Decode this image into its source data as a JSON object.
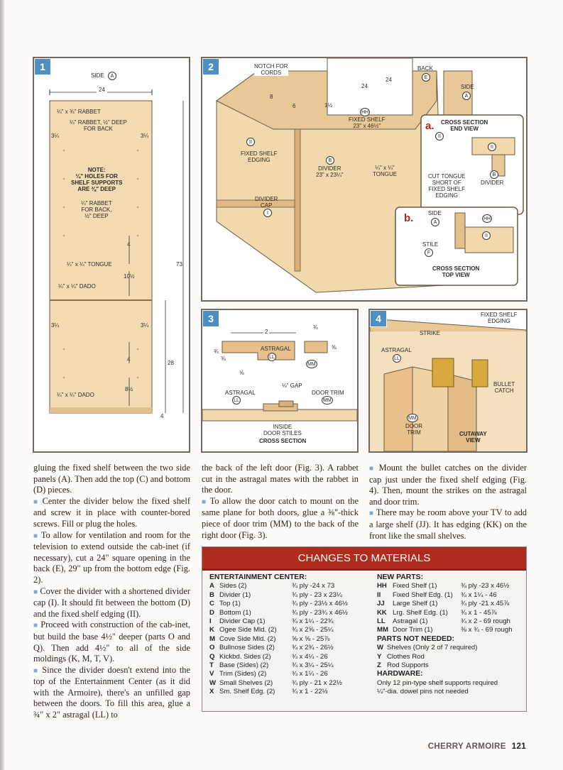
{
  "figures": {
    "f1": {
      "number": "1",
      "side": "SIDE",
      "side_code": "A",
      "dim_24": "24",
      "rabbet": "¼\" x ¾\" RABBET",
      "rabbet_back": "¼\" RABBET, ½\" DEEP\nFOR BACK",
      "dim_3q_a": "3¼",
      "dim_3q_b": "3¼",
      "note": "NOTE:\n¼\" HOLES FOR\nSHELF SUPPORTS\nARE ⅜\" DEEP",
      "rabbet_back2": "¼\" RABBET\nFOR BACK,\n½\" DEEP",
      "dim_4a": "4",
      "tongue": "¼\" x ¼\" TONGUE",
      "dim_10h": "10½",
      "dado1": "¼\" x ¼\" DADO",
      "dim_73": "73",
      "dim_3q_c": "3¼",
      "dim_3q_d": "3¼",
      "dim_4b": "4",
      "dim_28": "28",
      "dim_8h": "8½",
      "dado2": "¼\" x ¼\" DADO",
      "dim_4c": "4"
    },
    "f2": {
      "number": "2",
      "notch": "NOTCH FOR\nCORDS",
      "dim_8": "8",
      "dim_6": "6",
      "dim_1h": "1½",
      "dim_24a": "24",
      "dim_24b": "24",
      "back": "BACK",
      "back_code": "E",
      "side": "SIDE",
      "side_code": "A",
      "hh": "HH",
      "fixed_shelf": "FIXED SHELF\n23\" x 46½\"",
      "ii": "II",
      "fixed_edging": "FIXED SHELF\nEDGING",
      "b_code": "B",
      "divider": "DIVIDER\n23\" x 23¼\"",
      "tongue": "¼\" x ¼\"\nTONGUE",
      "divider_cap": "DIVIDER\nCAP",
      "i_code": "I",
      "a_letter": "a.",
      "a_title": "CROSS SECTION\nEND VIEW",
      "a_ii": "II",
      "a_ii2": "II",
      "cut_tongue": "CUT TONGUE\nSHORT OF\nFIXED SHELF\nEDGING",
      "a_b": "B",
      "a_divider": "DIVIDER",
      "b_letter": "b.",
      "b_side": "SIDE",
      "b_side_code": "A",
      "b_hh": "HH",
      "b_ii": "II",
      "b_stile": "STILE",
      "b_stile_code": "F",
      "b_title": "CROSS SECTION\nTOP VIEW"
    },
    "f3": {
      "number": "3",
      "dim_2": "2",
      "dim_3q": "¾",
      "dim_3q2": "¾",
      "dim_3e": "⅜",
      "dim_3e2": "⅜",
      "dim_5e": "⅝",
      "astragal": "ASTRAGAL",
      "ll": "LL",
      "mm": "MM",
      "gap": "⅛\" GAP",
      "astragal2": "ASTRAGAL",
      "ll2": "LL",
      "door_trim": "DOOR TRIM",
      "mm2": "MM",
      "inside": "INSIDE\nDOOR STILES",
      "title": "CROSS SECTION"
    },
    "f4": {
      "number": "4",
      "fixed_edging": "FIXED SHELF\nEDGING",
      "strike": "STRIKE",
      "astragal": "ASTRAGAL",
      "ll": "LL",
      "bullet": "BULLET\nCATCH",
      "mm": "MM",
      "door_trim": "DOOR\nTRIM",
      "cutaway": "CUTAWAY\nVIEW"
    }
  },
  "article": {
    "col1": [
      {
        "bullet": false,
        "text": "gluing the fixed shelf between the two side panels (A). Then add the top (C) and bottom (D) pieces."
      },
      {
        "bullet": true,
        "text": "Center the divider below the fixed shelf and screw it in place with counter-bored screws. Fill or plug the holes."
      },
      {
        "bullet": true,
        "text": "To allow for ventilation and room for the television to extend outside the cab-inet (if necessary), cut a 24\" square opening in the back (E), 29\" up from the bottom edge (Fig. 2)."
      },
      {
        "bullet": true,
        "text": "Cover the divider with a shortened divider cap (I). It should fit between the bottom (D) and the fixed shelf edging (II)."
      },
      {
        "bullet": true,
        "text": "Proceed with construction of the cab-inet, but build the base 4½\" deeper (parts O and Q). Then add 4½\" to all of the side moldings (K, M, T, V)."
      },
      {
        "bullet": true,
        "text": "Since the divider doesn't extend into the top of the Entertainment Center (as it did with the Armoire), there's an unfilled gap between the doors. To fill this area, glue a ¾\" x 2\" astragal (LL) to"
      }
    ],
    "col2": [
      {
        "bullet": false,
        "text": "the back of the left door (Fig. 3). A rabbet cut in the astragal mates with the rabbet in the door."
      },
      {
        "bullet": true,
        "text": "To allow the door catch to mount on the same plane for both doors, glue a ⅜\"-thick piece of door trim (MM) to the back of the right door (Fig. 3)."
      }
    ],
    "col3": [
      {
        "bullet": true,
        "text": "Mount the bullet catches on the divider cap just under the fixed shelf edging (Fig. 4). Then, mount the strikes on the astragal and door trim."
      },
      {
        "bullet": true,
        "text": "There may be room above your TV to add a large shelf (JJ). It has edging (KK) on the front like the small shelves."
      }
    ]
  },
  "materials": {
    "title": "CHANGES TO MATERIALS",
    "left_heading": "ENTERTAINMENT CENTER:",
    "left": [
      {
        "code": "A",
        "name": "Sides (2)",
        "spec": "¾ ply -24 x 73"
      },
      {
        "code": "B",
        "name": "Divider (1)",
        "spec": "¾ ply - 23 x 23¼"
      },
      {
        "code": "C",
        "name": "Top (1)",
        "spec": "¾ ply - 23½ x 46½"
      },
      {
        "code": "D",
        "name": "Bottom (1)",
        "spec": "¾ ply - 23¾ x 46½"
      },
      {
        "code": "I",
        "name": "Divider Cap (1)",
        "spec": "¾ x 1¼ - 22¾"
      },
      {
        "code": "K",
        "name": "Ogee Side Mld. (2)",
        "spec": "¾ x 2⅝ - 25¼"
      },
      {
        "code": "M",
        "name": "Cove Side Mld. (2)",
        "spec": "⅝ x ⅝ - 25⅞"
      },
      {
        "code": "O",
        "name": "Bullnose Sides (2)",
        "spec": "¾ x 2¾ - 26½"
      },
      {
        "code": "Q",
        "name": "Kickbd. Sides (2)",
        "spec": "¾ x 4¼ - 26"
      },
      {
        "code": "T",
        "name": "Base (Sides) (2)",
        "spec": "¾ x 3¼ - 25¼"
      },
      {
        "code": "V",
        "name": "Trim (Sides) (2)",
        "spec": "¾ x 1¼ - 26"
      },
      {
        "code": "W",
        "name": "Small Shelves (2)",
        "spec": "¾ ply - 21 x 22½"
      },
      {
        "code": "X",
        "name": "Sm. Shelf Edg. (2)",
        "spec": "¾ x 1 - 22½"
      }
    ],
    "new_heading": "NEW PARTS:",
    "new": [
      {
        "code": "HH",
        "name": "Fixed Shelf (1)",
        "spec": "¾ ply -23 x 46½"
      },
      {
        "code": "II",
        "name": "Fixed Shelf Edg. (1)",
        "spec": "¾ x 1¼ - 46"
      },
      {
        "code": "JJ",
        "name": "Large Shelf (1)",
        "spec": "¾ ply -21 x 45⅞"
      },
      {
        "code": "KK",
        "name": "Lrg. Shelf Edg. (1)",
        "spec": "¾ x 1 - 45⅞"
      },
      {
        "code": "LL",
        "name": "Astragal (1)",
        "spec": "¾ x 2 - 69 rough"
      },
      {
        "code": "MM",
        "name": "Door Trim (1)",
        "spec": "⅜ x ¾ - 69 rough"
      }
    ],
    "notneeded_heading": "PARTS NOT NEEDED:",
    "notneeded": [
      {
        "code": "W",
        "text": "Shelves (Only 2 of 7 required)"
      },
      {
        "code": "Y",
        "text": "Clothes Rod"
      },
      {
        "code": "Z",
        "text": "Rod Supports"
      }
    ],
    "hardware_heading": "HARDWARE:",
    "hardware": [
      "Only 12 pin-type shelf supports required",
      "¼\"-dia. dowel pins not needed"
    ]
  },
  "footer": {
    "section": "CHERRY ARMOIRE",
    "page": "121"
  },
  "colors": {
    "wood": "#f0d6aa",
    "wood_dark": "#d9b07a",
    "badge": "#4d8fc0",
    "red": "#b02a1d"
  }
}
